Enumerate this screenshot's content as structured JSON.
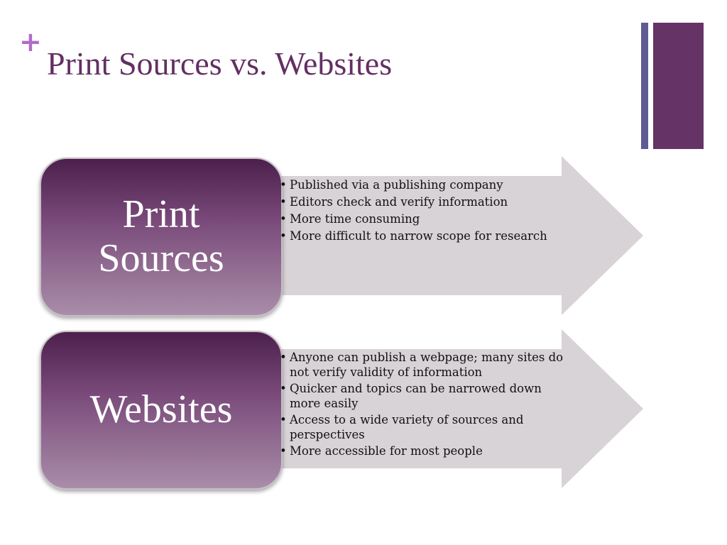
{
  "slide": {
    "plus_symbol": "+",
    "title": "Print Sources vs. Websites"
  },
  "rows": [
    {
      "heading": "Print Sources",
      "bullets": [
        "Published via a publishing company",
        "Editors check and verify information",
        "More time consuming",
        "More difficult to narrow scope for research"
      ]
    },
    {
      "heading": "Websites",
      "bullets": [
        "Anyone can publish a webpage; many sites do not verify validity of information",
        "Quicker and topics can be narrowed down more easily",
        "Access to a wide variety of sources and perspectives",
        "More accessible for most people"
      ]
    }
  ],
  "colors": {
    "title": "#632f63",
    "plus": "#b06cc8",
    "accent_bar_thin": "#5e5c93",
    "accent_bar_thick": "#663366",
    "arrow": "#d7d3d6",
    "box_top": "#4c1f4c",
    "box_bottom": "#a98da9"
  }
}
